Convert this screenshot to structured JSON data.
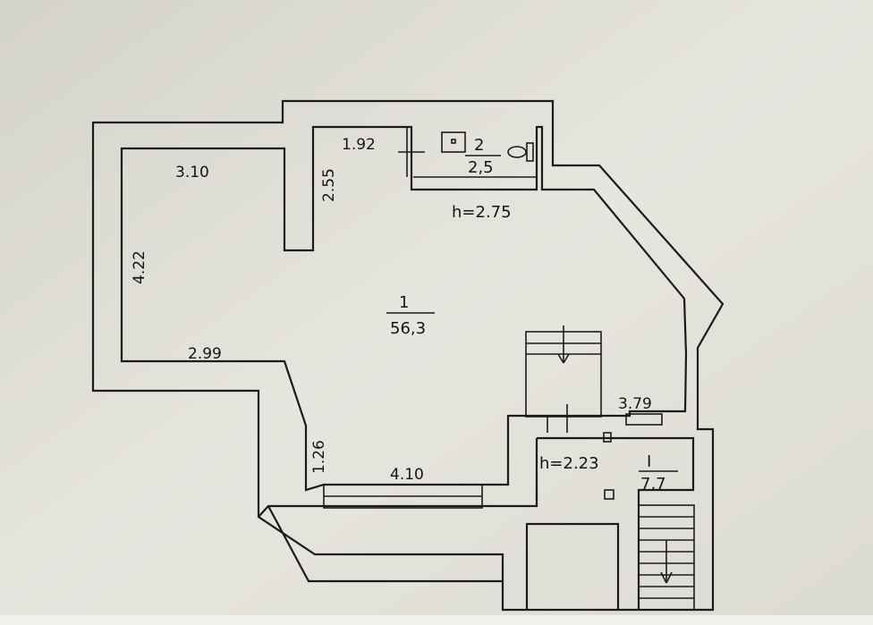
{
  "colors": {
    "paper": "#e4e3dc",
    "ink": "#1b1b1b"
  },
  "labels": {
    "room_main_number": "1",
    "room_main_area": "56,3",
    "room_bath_number": "2",
    "room_bath_area": "2,5",
    "room_lower_number": "I",
    "room_lower_area": "7,7",
    "height_upper": "h=2.75",
    "height_lower": "h=2.23"
  },
  "dimensions": {
    "d_3_10": "3.10",
    "d_4_22": "4.22",
    "d_2_99": "2.99",
    "d_2_55": "2.55",
    "d_1_92": "1.92",
    "d_1_26": "1.26",
    "d_4_10": "4.10",
    "d_3_79": "3.79"
  },
  "icons": [
    "toilet-icon",
    "sink-icon",
    "stair-down-arrow-icon"
  ]
}
